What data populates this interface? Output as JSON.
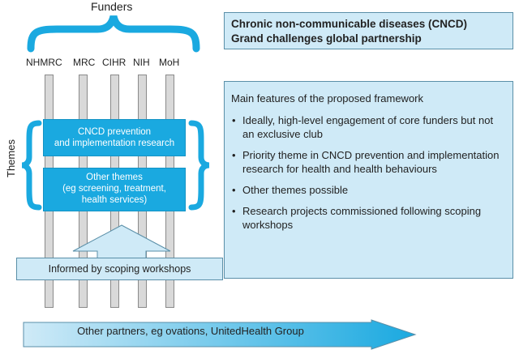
{
  "funders": {
    "title": "Funders",
    "items": [
      "NHMRC",
      "MRC",
      "CIHR",
      "NIH",
      "MoH"
    ]
  },
  "themes_label": "Themes",
  "themes": [
    {
      "line1": "CNCD prevention",
      "line2": "and implementation research"
    },
    {
      "line1": "Other themes",
      "line2": "(eg screening, treatment,",
      "line3": "health services)"
    }
  ],
  "scoping_label": "Informed by scoping workshops",
  "partnership": {
    "line1": "Chronic non-communicable diseases (CNCD)",
    "line2": "Grand challenges global partnership"
  },
  "features": {
    "heading": "Main features of the proposed framework",
    "items": [
      "Ideally, high-level engagement of core funders but not an exclusive club",
      "Priority theme in CNCD prevention and implementation research for health and health behaviours",
      "Other themes possible",
      "Research projects commissioned following scoping workshops"
    ]
  },
  "other_partners": "Other partners, eg ovations, UnitedHealth Group",
  "colors": {
    "brace": "#1aa9e0",
    "theme_fill": "#1aa9e0",
    "light_fill": "#cfeaf7"
  }
}
